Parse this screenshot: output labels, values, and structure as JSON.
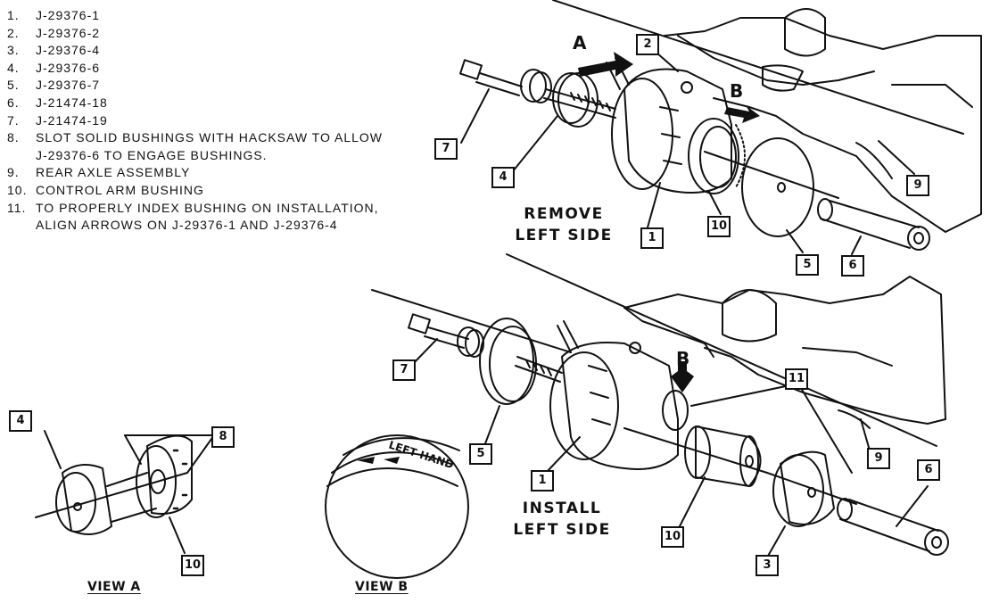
{
  "legend": [
    {
      "num": "1.",
      "text": "J-29376-1"
    },
    {
      "num": "2.",
      "text": "J-29376-2"
    },
    {
      "num": "3.",
      "text": "J-29376-4"
    },
    {
      "num": "4.",
      "text": "J-29376-6"
    },
    {
      "num": "5.",
      "text": "J-29376-7"
    },
    {
      "num": "6.",
      "text": "J-21474-18"
    },
    {
      "num": "7.",
      "text": "J-21474-19"
    },
    {
      "num": "8.",
      "text": "SLOT SOLID BUSHINGS WITH HACKSAW TO ALLOW J-29376-6 TO ENGAGE BUSHINGS."
    },
    {
      "num": "9.",
      "text": "REAR AXLE ASSEMBLY"
    },
    {
      "num": "10.",
      "text": "CONTROL ARM BUSHING"
    },
    {
      "num": "11.",
      "text": "TO PROPERLY INDEX BUSHING ON INSTALLATION, ALIGN ARROWS ON J-29376-1 AND J-29376-4"
    }
  ],
  "captions": {
    "remove": "REMOVE\nLEFT SIDE",
    "install": "INSTALL\nLEFT SIDE",
    "view_a": "VIEW A",
    "view_b": "VIEW B",
    "left_hand": "LEFT HAND"
  },
  "arrows": {
    "a": "A",
    "b": "B"
  },
  "callouts": {
    "c1": "1",
    "c2": "2",
    "c3": "3",
    "c4": "4",
    "c5": "5",
    "c6": "6",
    "c7": "7",
    "c8": "8",
    "c9": "9",
    "c10": "10",
    "c11": "11"
  }
}
